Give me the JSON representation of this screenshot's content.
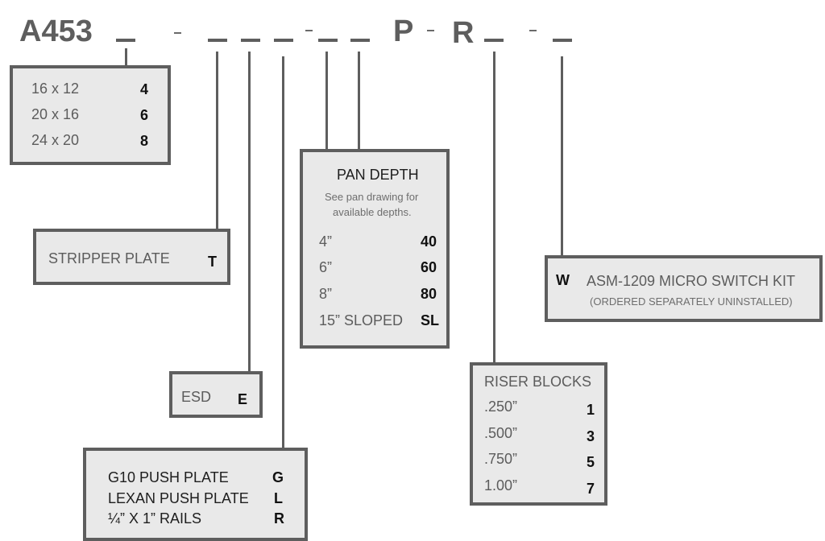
{
  "code": {
    "prefix": "A453",
    "separator": "-",
    "p_letter": "P",
    "r_letter": "R"
  },
  "size_box": {
    "options": [
      {
        "label": "16 x 12",
        "code": "4"
      },
      {
        "label": "20 x 16",
        "code": "6"
      },
      {
        "label": "24 x 20",
        "code": "8"
      }
    ]
  },
  "stripper_box": {
    "label": "STRIPPER PLATE",
    "code": "T"
  },
  "esd_box": {
    "label": "ESD",
    "code": "E"
  },
  "push_box": {
    "options": [
      {
        "label": "G10 PUSH PLATE",
        "code": "G"
      },
      {
        "label": "LEXAN PUSH PLATE",
        "code": "L"
      },
      {
        "label": "¼” X 1” RAILS",
        "code": "R"
      }
    ]
  },
  "pan_box": {
    "title": "PAN DEPTH",
    "note_line1": "See pan drawing for",
    "note_line2": "available depths.",
    "options": [
      {
        "label": "4”",
        "code": "40"
      },
      {
        "label": "6”",
        "code": "60"
      },
      {
        "label": "8”",
        "code": "80"
      },
      {
        "label": "15” SLOPED",
        "code": "SL"
      }
    ]
  },
  "riser_box": {
    "title": "RISER BLOCKS",
    "options": [
      {
        "label": ".250”",
        "code": "1"
      },
      {
        "label": ".500”",
        "code": "3"
      },
      {
        "label": ".750”",
        "code": "5"
      },
      {
        "label": "1.00”",
        "code": "7"
      }
    ]
  },
  "switch_box": {
    "code": "W",
    "label": "ASM-1209 MICRO SWITCH KIT",
    "note": "(ORDERED SEPARATELY UNINSTALLED)"
  }
}
